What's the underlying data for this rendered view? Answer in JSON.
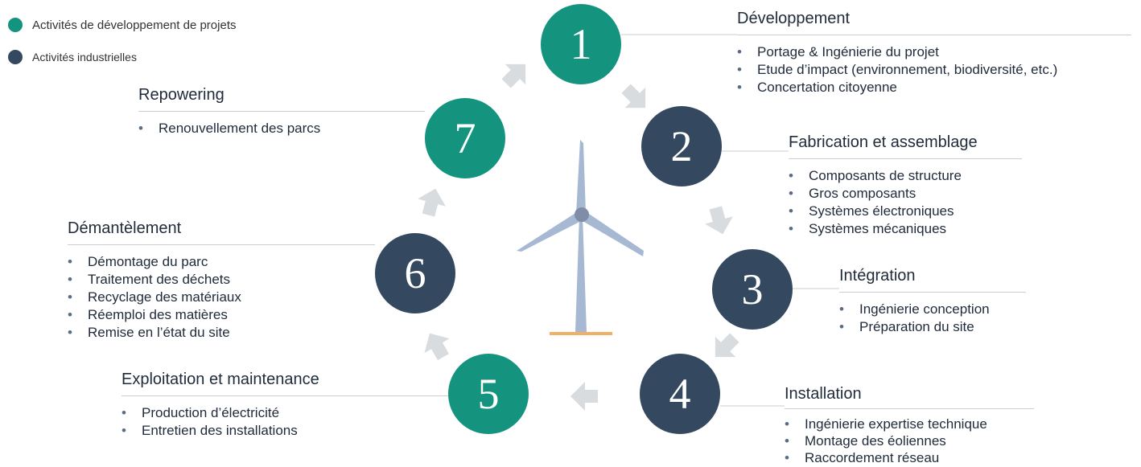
{
  "colors": {
    "project_activity": "#14947f",
    "industrial_activity": "#34495f",
    "arrow": "#d9dcdf",
    "turbine": "#a6b8d2",
    "base": "#f0b066"
  },
  "legend": [
    {
      "label": "Activités de développement de projets",
      "color": "#14947f"
    },
    {
      "label": "Activités industrielles",
      "color": "#34495f"
    }
  ],
  "steps": [
    {
      "number": "1",
      "color": "#14947f",
      "title": "Développement",
      "items": [
        "Portage & Ingénierie du projet",
        "Etude d’impact (environnement, biodiversité, etc.)",
        "Concertation citoyenne"
      ]
    },
    {
      "number": "2",
      "color": "#34495f",
      "title": "Fabrication et assemblage",
      "items": [
        "Composants de structure",
        "Gros composants",
        "Systèmes électroniques",
        "Systèmes mécaniques"
      ]
    },
    {
      "number": "3",
      "color": "#34495f",
      "title": "Intégration",
      "items": [
        "Ingénierie conception",
        "Préparation du site"
      ]
    },
    {
      "number": "4",
      "color": "#34495f",
      "title": "Installation",
      "items": [
        "Ingénierie expertise technique",
        "Montage des éoliennes",
        "Raccordement réseau"
      ]
    },
    {
      "number": "5",
      "color": "#14947f",
      "title": "Exploitation et maintenance",
      "items": [
        "Production d’électricité",
        "Entretien des installations"
      ]
    },
    {
      "number": "6",
      "color": "#34495f",
      "title": "Démantèlement",
      "items": [
        "Démontage du parc",
        "Traitement des déchets",
        "Recyclage des matériaux",
        "Réemploi des matières",
        "Remise en l’état du site"
      ]
    },
    {
      "number": "7",
      "color": "#14947f",
      "title": "Repowering",
      "items": [
        "Renouvellement des parcs"
      ]
    }
  ]
}
